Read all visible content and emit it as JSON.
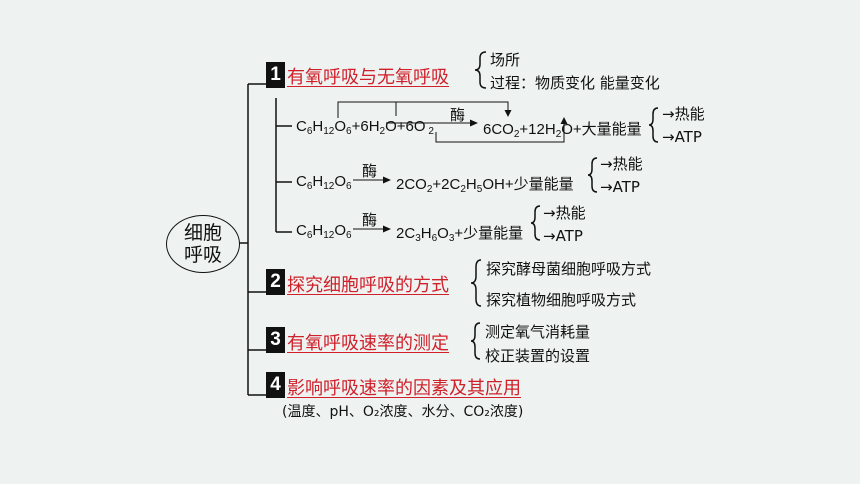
{
  "root": {
    "line1": "细胞",
    "line2": "呼吸"
  },
  "colors": {
    "title": "#d0202a",
    "line": "#111111",
    "background": "#eef3f2"
  },
  "sections": [
    {
      "number": "1",
      "title": "有氧呼吸与无氧呼吸",
      "items": [
        "场所",
        "过程：物质变化 能量变化"
      ]
    },
    {
      "number": "2",
      "title": "探究细胞呼吸的方式",
      "items": [
        "探究酵母菌细胞呼吸方式",
        "探究植物细胞呼吸方式"
      ]
    },
    {
      "number": "3",
      "title": "有氧呼吸速率的测定",
      "items": [
        "测定氧气消耗量",
        "校正装置的设置"
      ]
    },
    {
      "number": "4",
      "title": "影响呼吸速率的因素及其应用",
      "note": "(温度、pH、O₂浓度、水分、CO₂浓度)"
    }
  ],
  "equations": [
    {
      "lhs": "C6H12O6+6H2O+6O2",
      "enzyme": "酶",
      "rhs": "6CO2+12H2O+大量能量",
      "outputs": [
        "→热能",
        "→ATP"
      ]
    },
    {
      "lhs": "C6H12O6",
      "enzyme": "酶",
      "rhs": "2CO2+2C2H5OH+少量能量",
      "outputs": [
        "→热能",
        "→ATP"
      ]
    },
    {
      "lhs": "C6H12O6",
      "enzyme": "酶",
      "rhs": "2C3H6O3+少量能量",
      "outputs": [
        "→热能",
        "→ATP"
      ]
    }
  ]
}
